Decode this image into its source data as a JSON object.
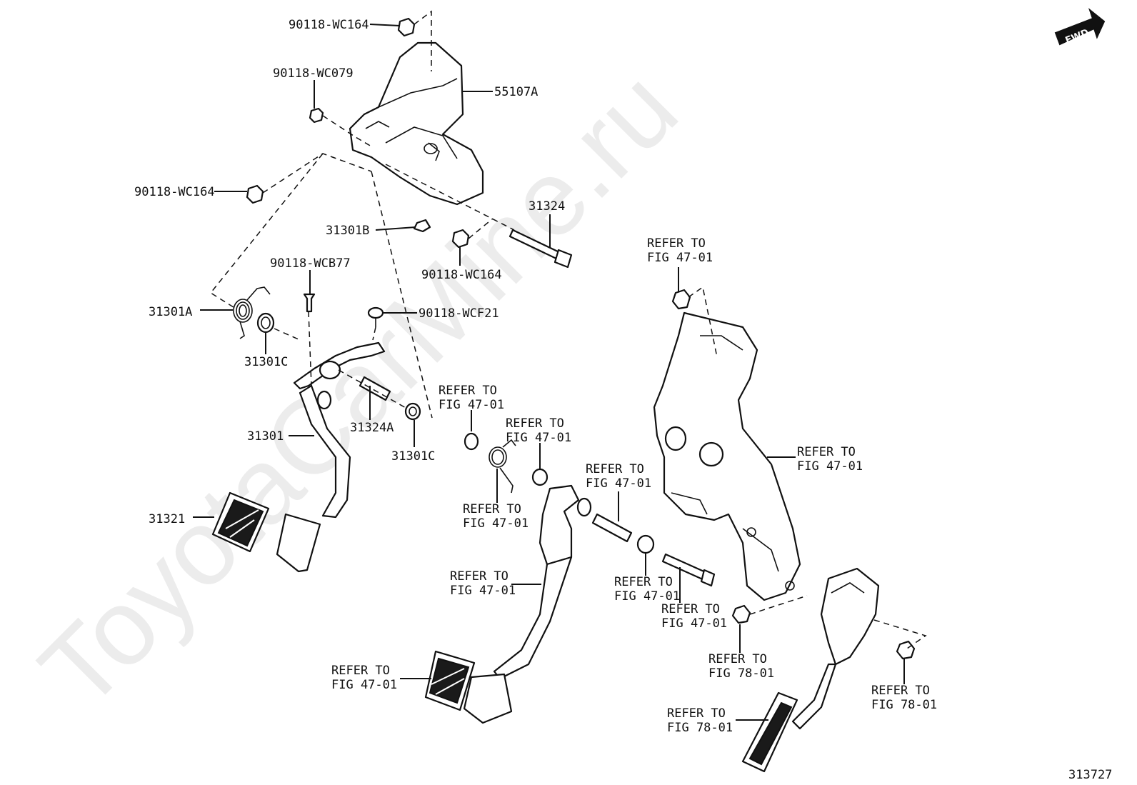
{
  "watermark": "ToyotaCarMine.ru",
  "fwd_badge": "FWD",
  "figure_number": "313727",
  "labels": {
    "nut_top": "90118-WC164",
    "nut_wc079": "90118-WC079",
    "bracket_55107a": "55107A",
    "nut_left": "90118-WC164",
    "bolt_31324": "31324",
    "bolt_31301b": "31301B",
    "nut_bottom": "90118-WC164",
    "clip_wcb77": "90118-WCB77",
    "spring_31301a": "31301A",
    "stopper_wcf21": "90118-WCF21",
    "bushing_31301c_a": "31301C",
    "pedal_31301": "31301",
    "collar_31324a": "31324A",
    "bushing_31301c_b": "31301C",
    "pad_31321": "31321",
    "refer_1": "REFER TO\nFIG 47-01",
    "refer_2": "REFER TO\nFIG 47-01",
    "refer_3": "REFER TO\nFIG 47-01",
    "refer_4": "REFER TO\nFIG 47-01",
    "refer_5": "REFER TO\nFIG 47-01",
    "refer_6": "REFER TO\nFIG 47-01",
    "refer_7": "REFER TO\nFIG 47-01",
    "refer_8": "REFER TO\nFIG 47-01",
    "refer_9": "REFER TO\nFIG 47-01",
    "refer_10": "REFER TO\nFIG 47-01",
    "refer_11": "REFER TO\nFIG 78-01",
    "refer_12": "REFER TO\nFIG 78-01",
    "refer_13": "REFER TO\nFIG 78-01"
  }
}
